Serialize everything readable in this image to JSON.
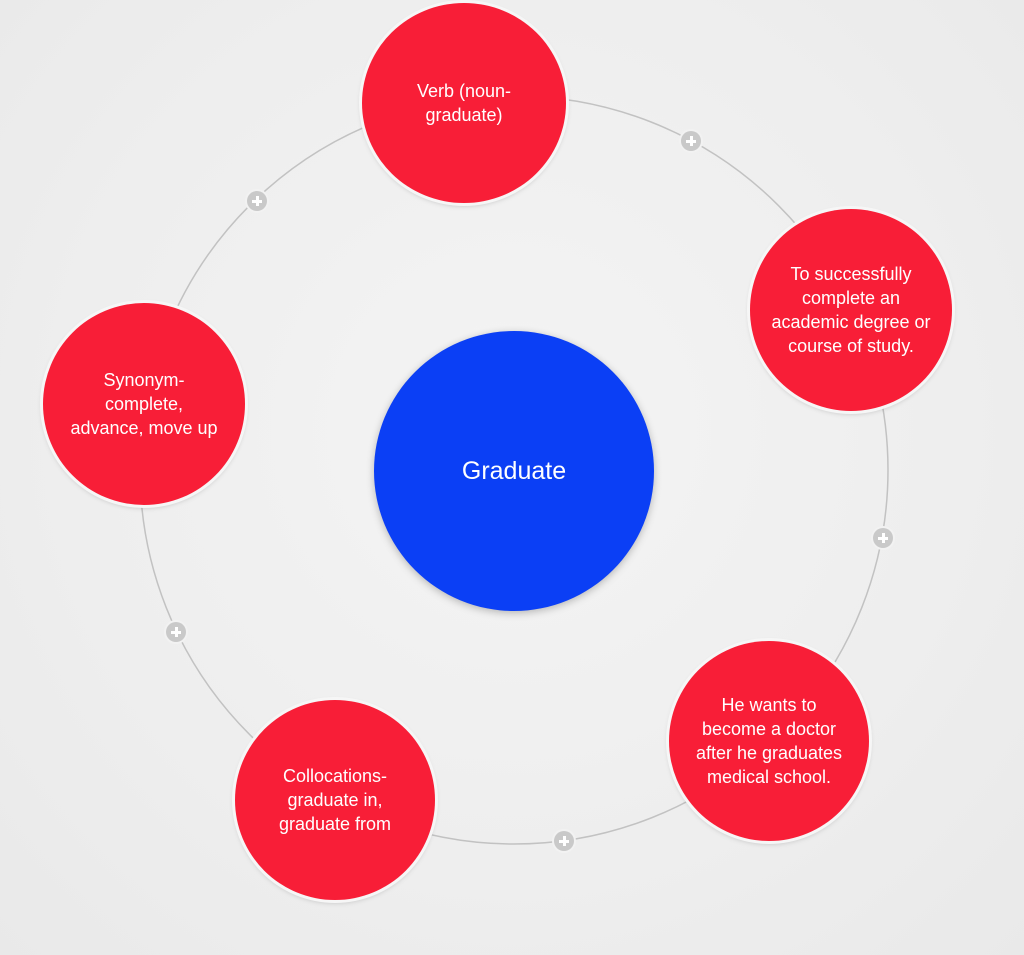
{
  "diagram": {
    "center": {
      "label": "Graduate"
    },
    "nodes": [
      {
        "id": "verb",
        "label": "Verb (noun-\ngraduate)"
      },
      {
        "id": "definition",
        "label": "To successfully\ncomplete an\nacademic degree or\ncourse of study."
      },
      {
        "id": "example",
        "label": "He wants to\nbecome a doctor\nafter he graduates\nmedical school."
      },
      {
        "id": "collocations",
        "label": "Collocations-\ngraduate in,\ngraduate from"
      },
      {
        "id": "synonym",
        "label": "Synonym-\ncomplete,\nadvance, move up"
      }
    ],
    "add_buttons_count": 5
  },
  "colors": {
    "background": "#efefef",
    "node_red": "#f81e37",
    "center_blue": "#0b3ff5",
    "ring_line": "#c2c2c2",
    "plus_button": "#c9c9c9",
    "text": "#ffffff"
  },
  "icons": {
    "add": "plus-circle-icon"
  }
}
